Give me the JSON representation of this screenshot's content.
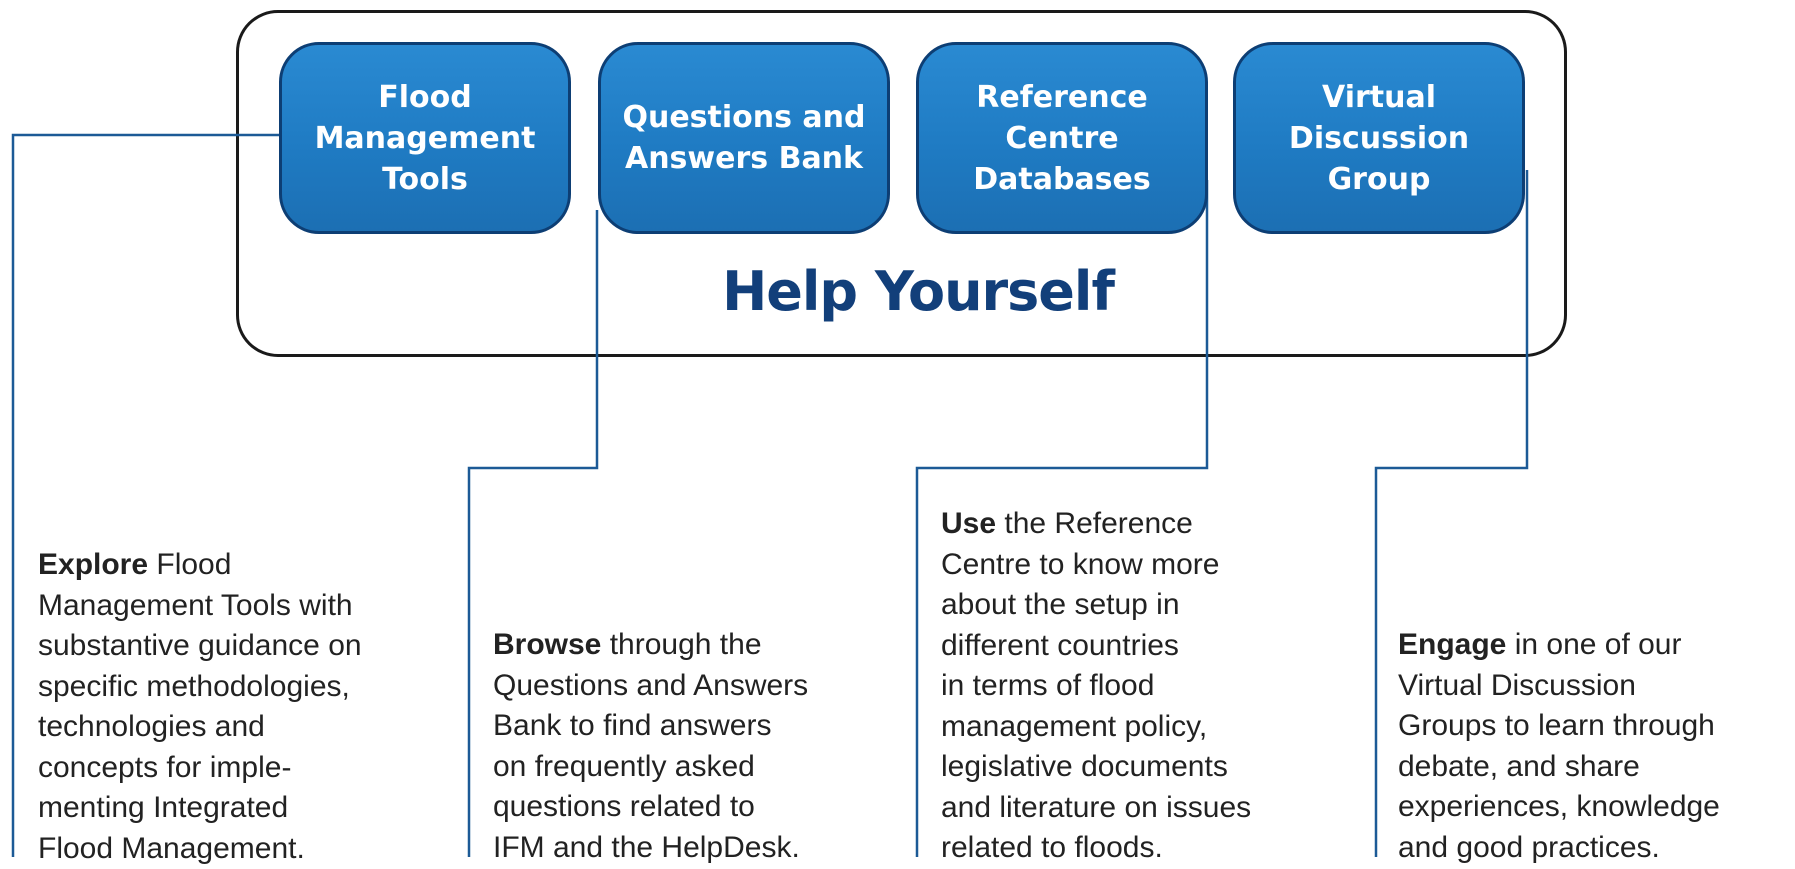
{
  "title": "Help Yourself",
  "tools": [
    {
      "id": "flood-management-tools",
      "label": "Flood\nManagement\nTools",
      "lead": "Explore",
      "description": " Flood\nManagement Tools with\nsubstantive guidance on\nspecific methodologies,\ntechnologies and\nconcepts for imple-\nmenting Integrated\nFlood Management."
    },
    {
      "id": "questions-answers-bank",
      "label": "Questions and\nAnswers Bank",
      "lead": "Browse",
      "description": " through the\nQuestions and Answers\nBank to find answers\non frequently asked\nquestions related to\nIFM and the HelpDesk."
    },
    {
      "id": "reference-centre-databases",
      "label": "Reference\nCentre\nDatabases",
      "lead": "Use",
      "description": " the Reference\nCentre to know more\nabout the setup in\ndifferent countries\nin terms of flood\nmanagement policy,\nlegislative documents\nand literature on issues\nrelated to floods."
    },
    {
      "id": "virtual-discussion-group",
      "label": "Virtual\nDiscussion\nGroup",
      "lead": "Engage",
      "description": " in one of our\nVirtual Discussion\nGroups to learn through\ndebate, and share\nexperiences, knowledge\nand good practices."
    }
  ],
  "colors": {
    "box_fill": "#1f7bc3",
    "box_border": "#0d3e74",
    "title": "#123f7a",
    "connector": "#1c5a96",
    "frame": "#1a1a1a"
  }
}
